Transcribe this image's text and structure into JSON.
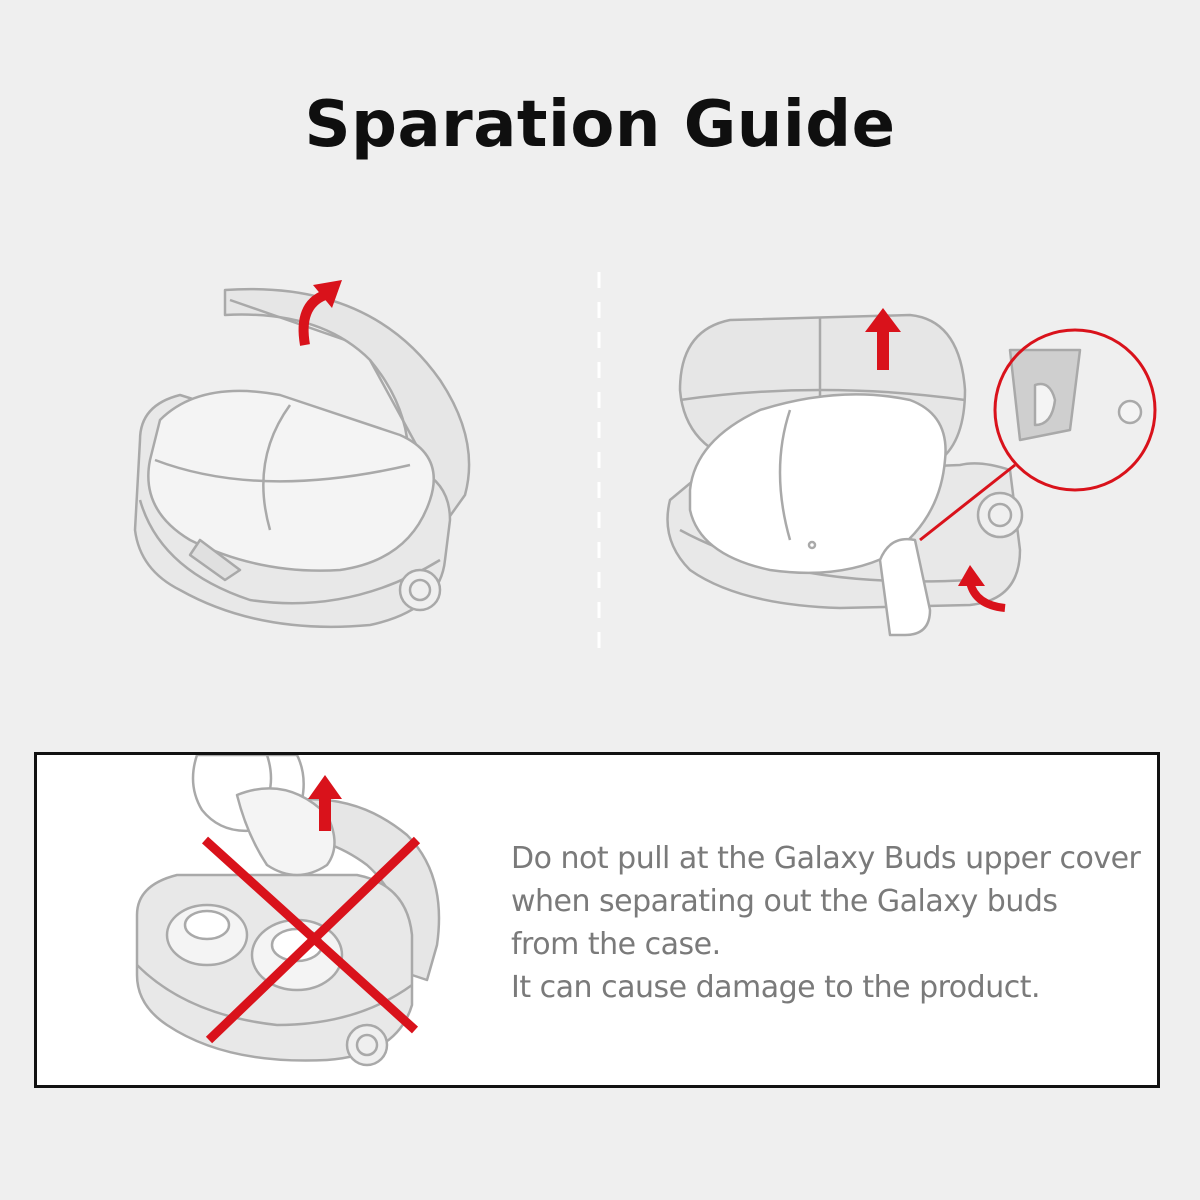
{
  "title": "Sparation Guide",
  "colors": {
    "background": "#efefef",
    "accent": "#d9121b",
    "line": "#a9a9a9",
    "text": "#7a7a7a"
  },
  "illustrations": {
    "left": "case-opening-illustration",
    "right": "earbud-removal-illustration",
    "warning": "wrong-removal-illustration"
  },
  "warning": {
    "lines": [
      "Do not pull at the Galaxy Buds upper cover",
      "when separating out the Galaxy buds",
      "from the case.",
      "It can cause damage to the product."
    ]
  }
}
